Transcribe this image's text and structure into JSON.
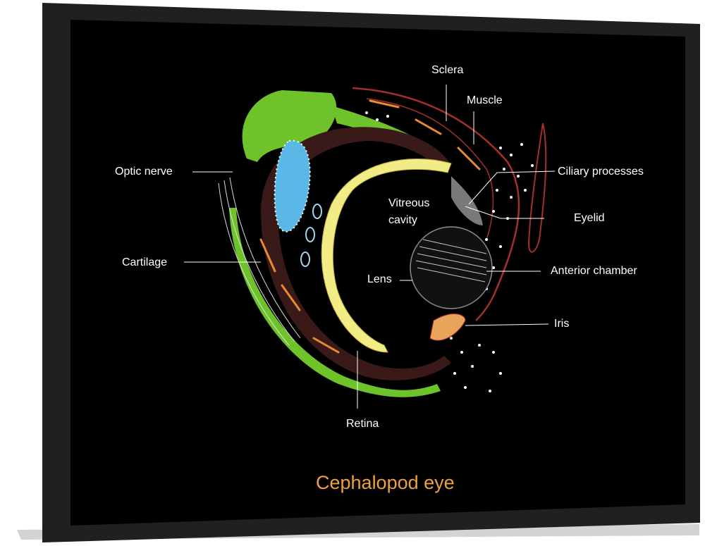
{
  "diagram": {
    "title": "Cephalopod eye",
    "labels": {
      "sclera": "Sclera",
      "muscle": "Muscle",
      "optic_nerve": "Optic nerve",
      "ciliary_processes": "Ciliary processes",
      "vitreous_line1": "Vitreous",
      "vitreous_line2": "cavity",
      "eyelid": "Eyelid",
      "cartilage": "Cartilage",
      "anterior_chamber": "Anterior chamber",
      "lens": "Lens",
      "iris": "Iris",
      "retina": "Retina"
    }
  },
  "colors": {
    "background": "#000000",
    "frame": "#1f1f1f",
    "title": "#f0a040",
    "tissue_green": "#6fc32a",
    "retina_yellow": "#f1ec86",
    "lens_grey": "#bfbfbf",
    "cavity_blue": "#5ab7e6",
    "sclera_red": "#a3302c",
    "muscle_orange": "#e88a2e"
  }
}
